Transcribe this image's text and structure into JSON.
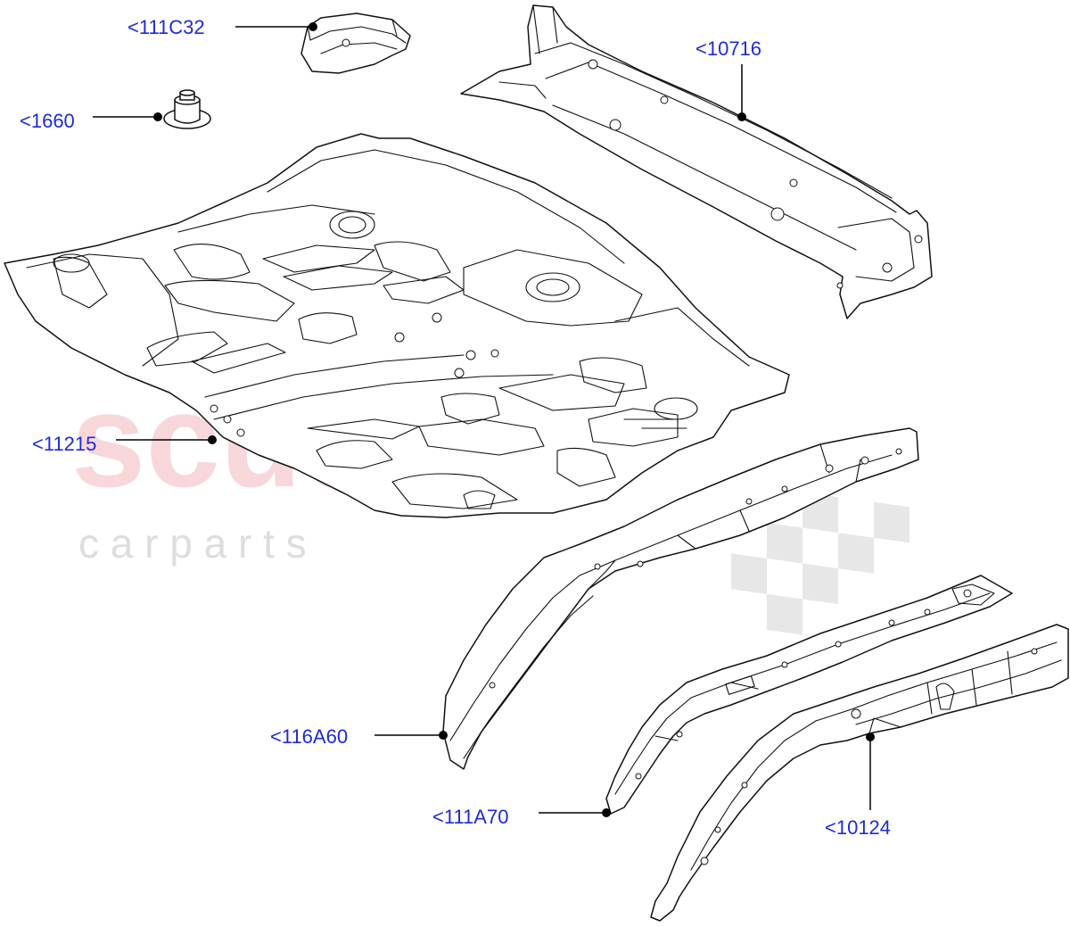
{
  "watermark": {
    "brand": "scuderia",
    "tagline": "c a r   p a r t s"
  },
  "callouts": [
    {
      "id": "c111C32",
      "text": "<111C32"
    },
    {
      "id": "c1660",
      "text": "<1660"
    },
    {
      "id": "c10716",
      "text": "<10716"
    },
    {
      "id": "c11215",
      "text": "<11215"
    },
    {
      "id": "c116A60",
      "text": "<116A60"
    },
    {
      "id": "c111A70",
      "text": "<111A70"
    },
    {
      "id": "c10124",
      "text": "<10124"
    }
  ],
  "colors": {
    "callout_text": "#1e2bd8",
    "line_art": "#111111",
    "watermark_red": "#f3b7bd",
    "watermark_grey": "#d4d4d4"
  }
}
